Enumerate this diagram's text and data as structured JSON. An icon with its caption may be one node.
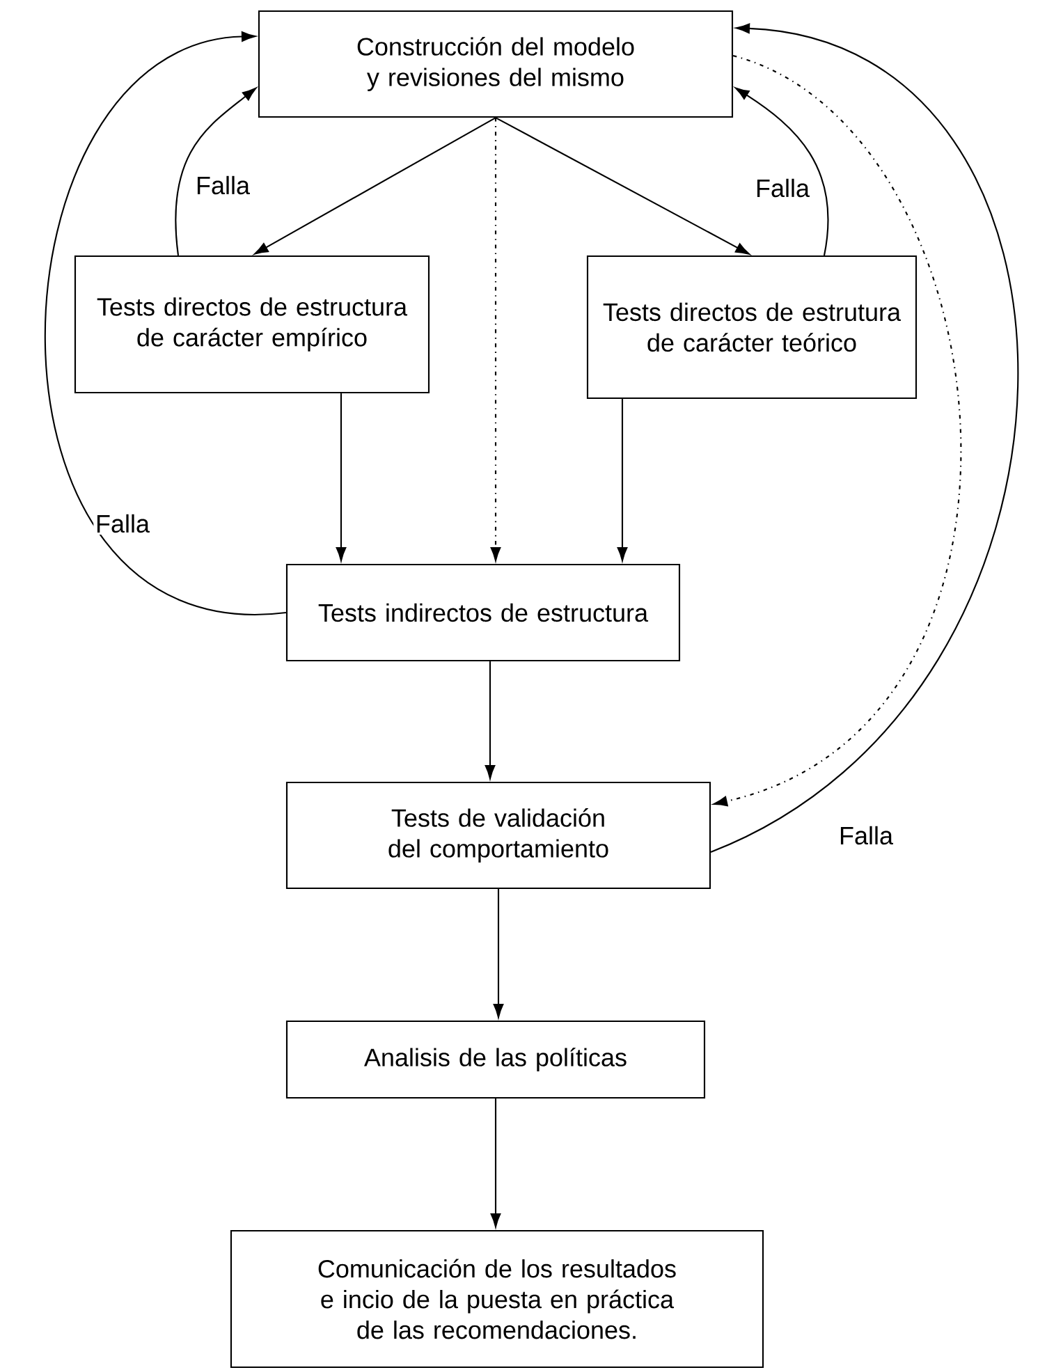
{
  "diagram": {
    "nodes": [
      {
        "text": [
          "Construcción del modelo y revisiones del mismo"
        ]
      },
      {
        "text": [
          "Tests directos de estructura de carácter empírico"
        ]
      },
      {
        "text": [
          "Tests directos de estrutura de carácter teórico"
        ]
      },
      {
        "text": [
          "Tests indirectos de estructura"
        ]
      },
      {
        "text": [
          "Tests de validación del comportamiento"
        ]
      },
      {
        "text": [
          "Analisis de las políticas"
        ]
      },
      {
        "text": [
          "Comunicación de los resultados e incio de la puesta en práctica de las recomendaciones."
        ]
      }
    ],
    "edges": [
      {
        "from": 0,
        "to": 1,
        "arrow": "to"
      },
      {
        "from": 0,
        "to": 2,
        "arrow": "to"
      },
      {
        "from": 0,
        "to": 3,
        "arrow": "to",
        "style": "dashed"
      },
      {
        "from": 1,
        "to": 3,
        "arrow": "to"
      },
      {
        "from": 2,
        "to": 3,
        "arrow": "to"
      },
      {
        "from": 3,
        "to": 4,
        "arrow": "to"
      },
      {
        "from": 4,
        "to": 5,
        "arrow": "to"
      },
      {
        "from": 5,
        "to": 6,
        "arrow": "to"
      },
      {
        "from": 3,
        "to": 0,
        "arrow": "to",
        "label": "Falla"
      },
      {
        "from": 1,
        "to": 0,
        "arrow": "to",
        "label": "Falla"
      },
      {
        "from": 2,
        "to": 0,
        "arrow": "to",
        "label": "Falla"
      },
      {
        "from": 4,
        "to": 0,
        "arrow": "to",
        "label": "Falla"
      },
      {
        "from": 0,
        "to": 4,
        "arrow": "to",
        "style": "dashed"
      }
    ]
  }
}
